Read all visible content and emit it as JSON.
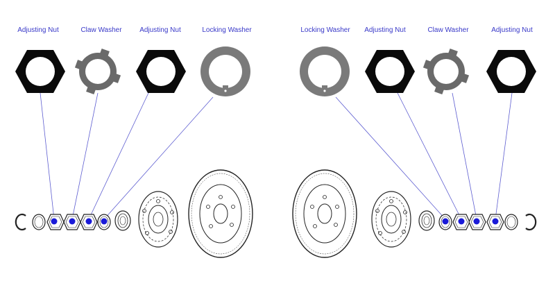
{
  "labels": {
    "left": [
      "Adjusting Nut",
      "Claw Washer",
      "Adjusting Nut",
      "Locking Washer"
    ],
    "right": [
      "Locking Washer",
      "Adjusting Nut",
      "Claw Washer",
      "Adjusting Nut"
    ]
  },
  "colors": {
    "label_text": "#3838c8",
    "leader_line": "#5c5cd0",
    "marker": "#1a1ad8",
    "nut_fill": "#0a0a0a",
    "claw_washer_fill": "#6a6a6a",
    "locking_washer_fill": "#7a7a7a",
    "drawing_line": "#222222"
  },
  "icons": [
    "adjusting-nut-icon",
    "claw-washer-icon",
    "locking-washer-icon",
    "brake-disc-icon",
    "wheel-hub-icon",
    "bearing-icon",
    "circlip-icon"
  ]
}
